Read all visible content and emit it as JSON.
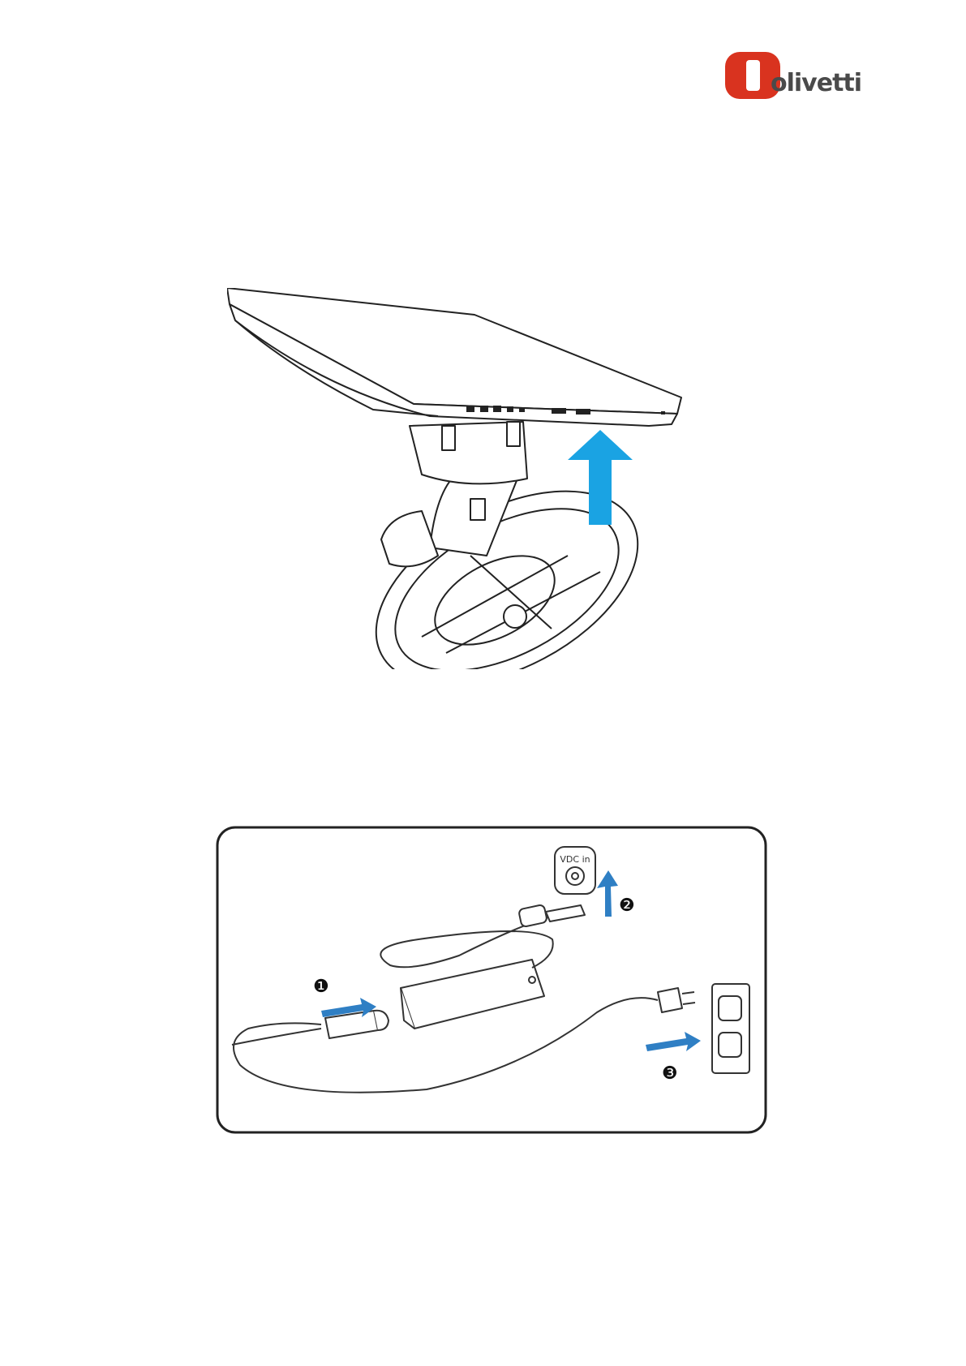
{
  "brand": {
    "logo_text": "olivetti",
    "logo_color": "#d9331f"
  },
  "figure_stand": {
    "arrow_color": "#1aa3e3"
  },
  "figure_power": {
    "port_label": "VDC in",
    "step1_marker": "❶",
    "step2_marker": "❷",
    "step3_marker": "❸",
    "arrow_color": "#2f7fc4"
  }
}
